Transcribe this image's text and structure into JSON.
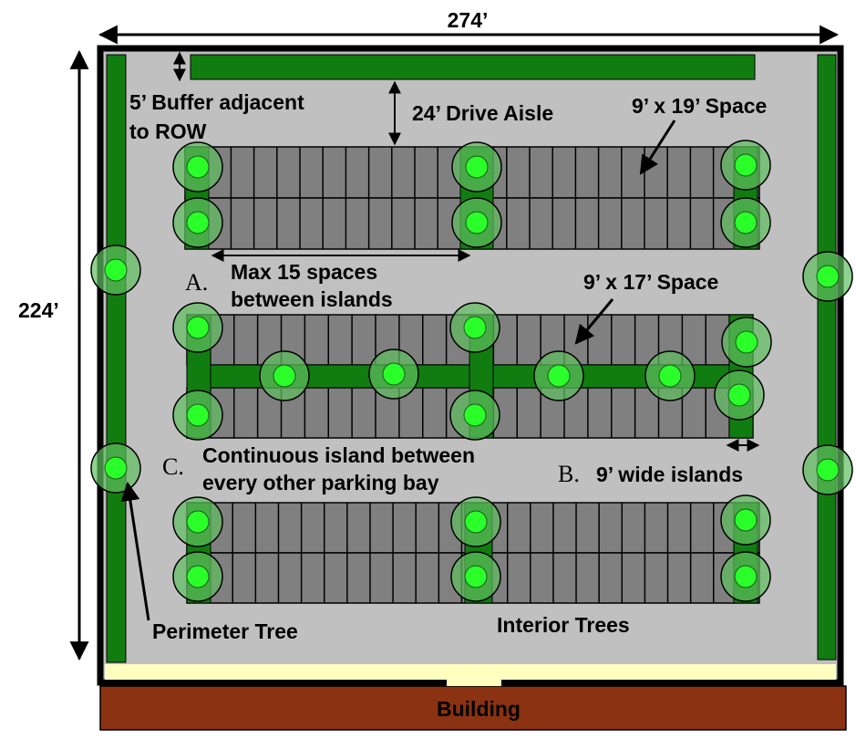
{
  "dimensions": {
    "width_label": "274’",
    "height_label": "224’"
  },
  "labels": {
    "buffer_line1": "5’ Buffer adjacent",
    "buffer_line2": "to ROW",
    "drive_aisle": "24’ Drive Aisle",
    "space_19": "9’ x 19’ Space",
    "space_17": "9’ x 17’ Space",
    "a_marker": "A.",
    "a_line1": "Max 15 spaces",
    "a_line2": "between islands",
    "c_marker": "C.",
    "c_line1": "Continuous island between",
    "c_line2": "every other parking bay",
    "b_marker": "B.",
    "b_text": "9’ wide islands",
    "perimeter_tree": "Perimeter Tree",
    "interior_trees": "Interior Trees",
    "building": "Building"
  },
  "colors": {
    "lot": "#c0c0c0",
    "landscape": "#117d11",
    "stall": "#808080",
    "tree_canopy": "#5fbf5f",
    "tree_trunk": "#2aff2a",
    "building": "#8b3212",
    "walkway": "#ffffc0"
  }
}
